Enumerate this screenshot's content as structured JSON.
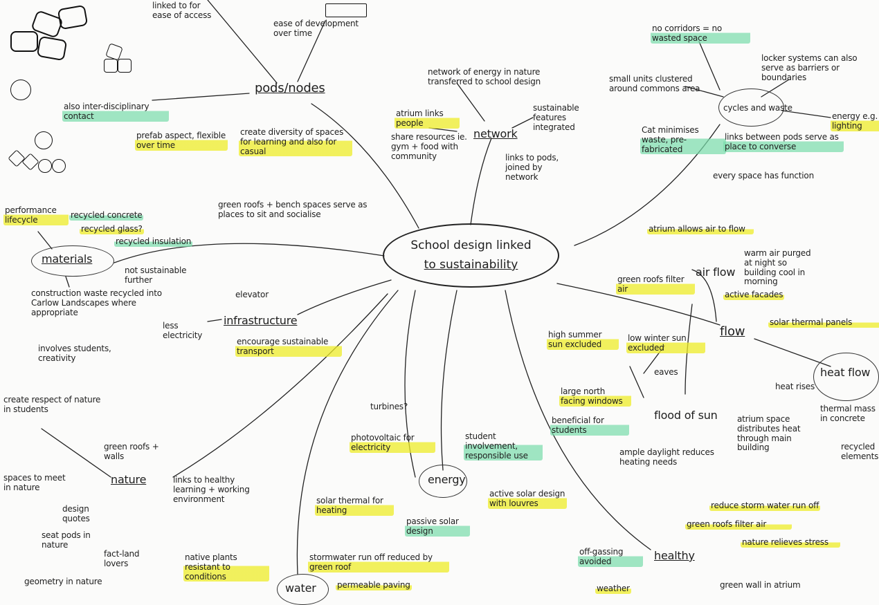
{
  "center": {
    "line1": "School design linked",
    "line2": "to sustainability"
  },
  "top_left": {
    "top_text": "linked to for ease of access",
    "ease": "ease of development over time",
    "pods": "pods/nodes",
    "inter": "also inter-disciplinary contact",
    "prefab": "prefab aspect, flexible over time",
    "diversity": "create diversity of spaces for learning and also for casual",
    "roofs": "green roofs + bench spaces serve as places to sit and socialise"
  },
  "network": {
    "label": "network",
    "energy": "network of energy in nature transferred to school design",
    "atrium": "atrium links people",
    "sustain": "sustainable features integrated",
    "share": "share resources ie. gym + food with community",
    "links": "links to pods, joined by network"
  },
  "cycles": {
    "label": "cycles and waste",
    "nocorridors": "no corridors = no wasted space",
    "small": "small units clustered around commons area",
    "locker": "locker systems can also serve as barriers or boundaries",
    "energy": "energy e.g. lighting",
    "cat": "Cat minimises waste, pre-fabricated",
    "links": "links between pods serve as place to converse",
    "every": "every space has function"
  },
  "materials": {
    "label": "materials",
    "recycled": "recycled concrete",
    "glass": "recycled glass?",
    "insulation": "recycled insulation",
    "nosust": "not sustainable further",
    "construction": "construction waste recycled into Carlow Landscapes where appropriate",
    "involves": "involves students, creativity",
    "left": "performance lifecycle"
  },
  "infrastructure": {
    "label": "infrastructure",
    "elevator": "elevator",
    "less": "less electricity",
    "transport": "encourage sustainable transport"
  },
  "airflow": {
    "label": "air flow",
    "atrium": "atrium allows air to flow",
    "warm": "warm air purged at night so building cool in morning",
    "roofs": "green roofs filter air",
    "active": "active facades"
  },
  "flow": {
    "label": "flow",
    "solar": "solar thermal panels",
    "heat": "heat flow",
    "rises": "heat rises",
    "atrium": "atrium space distributes heat through main building",
    "thermal": "thermal mass in concrete",
    "recycled": "recycled elements"
  },
  "daylight": {
    "label": "flood of sun",
    "high": "high summer sun excluded",
    "low": "low winter sun excluded",
    "eaves": "eaves",
    "large": "large north facing windows",
    "beneficial": "beneficial for students",
    "ample": "ample daylight reduces heating needs"
  },
  "nature": {
    "label": "nature",
    "respect": "create respect of nature in students",
    "roofs": "green roofs + walls",
    "links": "links to healthy learning + working environment",
    "spaces": "spaces to meet in nature",
    "design": "design quotes",
    "seat": "seat pods in nature",
    "fact": "fact-land lovers",
    "geometry": "geometry in nature"
  },
  "energy": {
    "label": "energy",
    "turbines": "turbines?",
    "photo": "photovoltaic for electricity",
    "student": "student involvement, responsible use",
    "solarth": "solar thermal for heating",
    "passive": "passive solar design",
    "active": "active solar design with louvres"
  },
  "water": {
    "label": "water",
    "plants": "native plants resistant to conditions",
    "storm": "stormwater run off reduced by green roof",
    "paving": "permeable paving"
  },
  "healthy": {
    "label": "healthy",
    "storm": "reduce storm water run off",
    "roofs": "green roofs filter air",
    "nature": "nature relieves stress",
    "toxic": "off-gassing avoided",
    "weather": "weather",
    "wall": "green wall in atrium"
  }
}
